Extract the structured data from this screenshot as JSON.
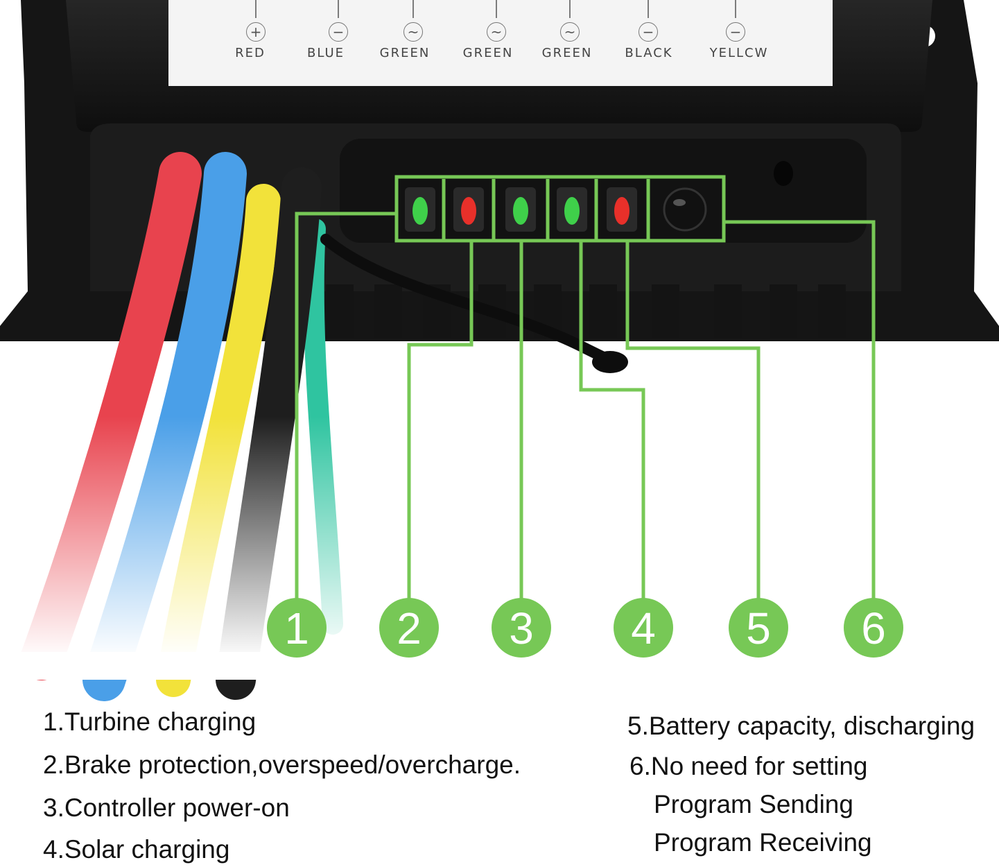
{
  "terminals": [
    {
      "symbol": "+",
      "label": "RED"
    },
    {
      "symbol": "−",
      "label": "BLUE"
    },
    {
      "symbol": "~",
      "label": "GREEN"
    },
    {
      "symbol": "~",
      "label": "GREEN"
    },
    {
      "symbol": "~",
      "label": "GREEN"
    },
    {
      "symbol": "−",
      "label": "BLACK"
    },
    {
      "symbol": "−",
      "label": "YELLCW"
    }
  ],
  "indicators": [
    {
      "number": "1",
      "led_color": "#3fd04a"
    },
    {
      "number": "2",
      "led_color": "#e8302a"
    },
    {
      "number": "3",
      "led_color": "#3fd04a"
    },
    {
      "number": "4",
      "led_color": "#3fd04a"
    },
    {
      "number": "5",
      "led_color": "#e8302a"
    },
    {
      "number": "6",
      "led_color": "#111111"
    }
  ],
  "legend": [
    "1.Turbine charging",
    "2.Brake protection,overspeed/overcharge.",
    "3.Controller power-on",
    "4.Solar charging",
    "5.Battery capacity, discharging",
    "6.No need for setting",
    "Program Sending",
    "Program Receiving"
  ],
  "colors": {
    "accent_green": "#77c856",
    "housing": "#1a1a1a",
    "wire_red": "#e8434e",
    "wire_blue": "#4a9fe8",
    "wire_yellow": "#f2e23a",
    "wire_black": "#1e1e1e",
    "wire_teal": "#2fc4a0"
  }
}
